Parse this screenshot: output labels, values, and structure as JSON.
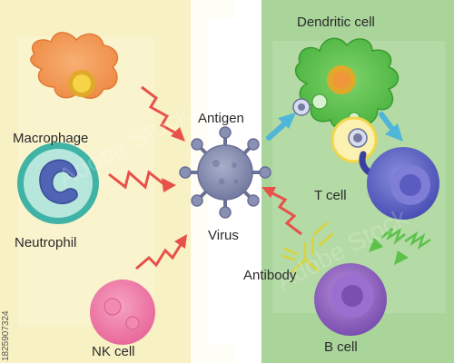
{
  "labels": {
    "macrophage": "Macrophage",
    "neutrophil": "Neutrophil",
    "nk_cell": "NK cell",
    "antigen": "Antigen",
    "virus": "Virus",
    "dendritic_cell": "Dendritic cell",
    "t_cell": "T cell",
    "antibody": "Antibody",
    "b_cell": "B cell"
  },
  "watermark": {
    "id": "1825907324",
    "brand": "Adobe Stock"
  },
  "colors": {
    "innate_background": "#f7f1c4",
    "adaptive_background": "#a9d49a",
    "divider": "#ffffff",
    "attack_arrow": "#e8504a",
    "presentation_arrow": "#4fb6d8",
    "signal_arrow": "#5cc24a",
    "antibody": "#d8d43a"
  }
}
